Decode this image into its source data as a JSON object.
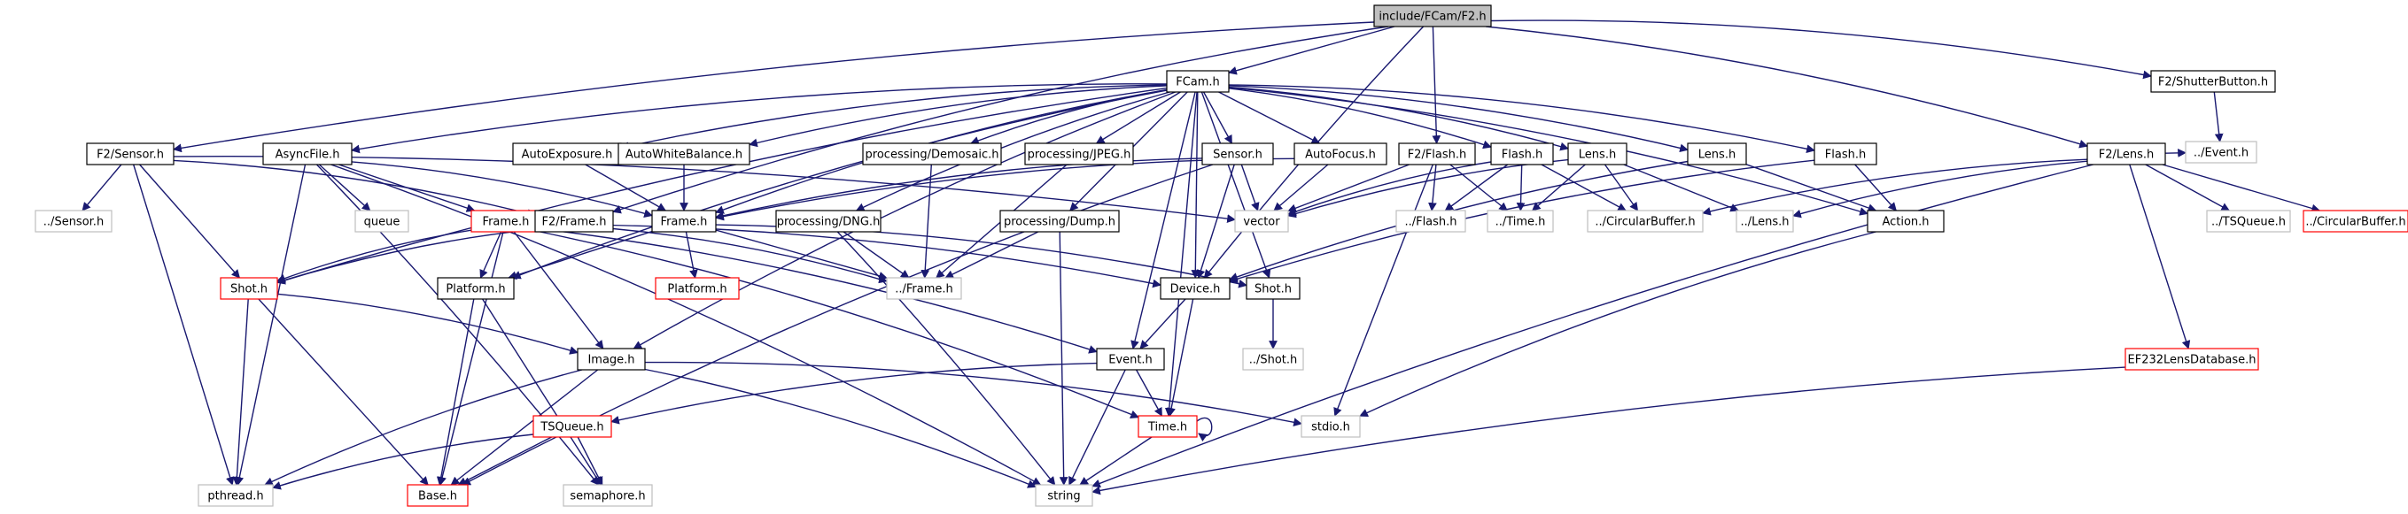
{
  "nodes": [
    {
      "id": "root",
      "label": "include/FCam/F2.h",
      "style": "root"
    },
    {
      "id": "fcam",
      "label": "FCam.h",
      "style": "normal"
    },
    {
      "id": "shutter",
      "label": "F2/ShutterButton.h",
      "style": "normal"
    },
    {
      "id": "event_ext",
      "label": "../Event.h",
      "style": "external"
    },
    {
      "id": "f2sensor",
      "label": "F2/Sensor.h",
      "style": "normal"
    },
    {
      "id": "asyncfile",
      "label": "AsyncFile.h",
      "style": "normal"
    },
    {
      "id": "autoexposure",
      "label": "AutoExposure.h",
      "style": "normal"
    },
    {
      "id": "awb",
      "label": "AutoWhiteBalance.h",
      "style": "normal"
    },
    {
      "id": "demosaic",
      "label": "processing/Demosaic.h",
      "style": "normal"
    },
    {
      "id": "jpeg",
      "label": "processing/JPEG.h",
      "style": "normal"
    },
    {
      "id": "sensor",
      "label": "Sensor.h",
      "style": "normal"
    },
    {
      "id": "autofocus",
      "label": "AutoFocus.h",
      "style": "normal"
    },
    {
      "id": "f2flash",
      "label": "F2/Flash.h",
      "style": "normal"
    },
    {
      "id": "flash1",
      "label": "Flash.h",
      "style": "normal"
    },
    {
      "id": "lens1",
      "label": "Lens.h",
      "style": "normal"
    },
    {
      "id": "lens2",
      "label": "Lens.h",
      "style": "normal"
    },
    {
      "id": "flash2",
      "label": "Flash.h",
      "style": "normal"
    },
    {
      "id": "f2lens",
      "label": "F2/Lens.h",
      "style": "normal"
    },
    {
      "id": "sensor_ext",
      "label": "../Sensor.h",
      "style": "external"
    },
    {
      "id": "queue",
      "label": "queue",
      "style": "external"
    },
    {
      "id": "frame_red",
      "label": "Frame.h",
      "style": "red"
    },
    {
      "id": "f2frame",
      "label": "F2/Frame.h",
      "style": "normal"
    },
    {
      "id": "frame",
      "label": "Frame.h",
      "style": "normal"
    },
    {
      "id": "vector",
      "label": "vector",
      "style": "external"
    },
    {
      "id": "flash_ext",
      "label": "../Flash.h",
      "style": "external"
    },
    {
      "id": "time_ext",
      "label": "../Time.h",
      "style": "external"
    },
    {
      "id": "circ_ext",
      "label": "../CircularBuffer.h",
      "style": "external"
    },
    {
      "id": "lens_ext",
      "label": "../Lens.h",
      "style": "external"
    },
    {
      "id": "action",
      "label": "Action.h",
      "style": "normal"
    },
    {
      "id": "tsqueue_ext",
      "label": "../TSQueue.h",
      "style": "external"
    },
    {
      "id": "circ_red",
      "label": "../CircularBuffer.h",
      "style": "red"
    },
    {
      "id": "dng",
      "label": "processing/DNG.h",
      "style": "normal"
    },
    {
      "id": "dump",
      "label": "processing/Dump.h",
      "style": "normal"
    },
    {
      "id": "shot_red",
      "label": "Shot.h",
      "style": "red"
    },
    {
      "id": "platform_red",
      "label": "Platform.h",
      "style": "red"
    },
    {
      "id": "platform",
      "label": "Platform.h",
      "style": "normal"
    },
    {
      "id": "frame_ext",
      "label": "../Frame.h",
      "style": "external"
    },
    {
      "id": "device",
      "label": "Device.h",
      "style": "normal"
    },
    {
      "id": "shot",
      "label": "Shot.h",
      "style": "normal"
    },
    {
      "id": "shot_ext",
      "label": "../Shot.h",
      "style": "external"
    },
    {
      "id": "ef232",
      "label": "EF232LensDatabase.h",
      "style": "red"
    },
    {
      "id": "image",
      "label": "Image.h",
      "style": "normal"
    },
    {
      "id": "event",
      "label": "Event.h",
      "style": "normal"
    },
    {
      "id": "tsqueue_red",
      "label": "TSQueue.h",
      "style": "red"
    },
    {
      "id": "time_red",
      "label": "Time.h",
      "style": "red"
    },
    {
      "id": "stdio",
      "label": "stdio.h",
      "style": "external"
    },
    {
      "id": "pthread",
      "label": "pthread.h",
      "style": "external"
    },
    {
      "id": "base",
      "label": "Base.h",
      "style": "red"
    },
    {
      "id": "semaphore",
      "label": "semaphore.h",
      "style": "external"
    },
    {
      "id": "string",
      "label": "string",
      "style": "external"
    }
  ],
  "edges": [
    [
      "root",
      "fcam"
    ],
    [
      "root",
      "shutter"
    ],
    [
      "root",
      "f2sensor"
    ],
    [
      "root",
      "f2flash"
    ],
    [
      "root",
      "f2lens"
    ],
    [
      "root",
      "device"
    ],
    [
      "root",
      "f2frame"
    ],
    [
      "shutter",
      "event_ext"
    ],
    [
      "fcam",
      "asyncfile"
    ],
    [
      "fcam",
      "autoexposure"
    ],
    [
      "fcam",
      "awb"
    ],
    [
      "fcam",
      "demosaic"
    ],
    [
      "fcam",
      "jpeg"
    ],
    [
      "fcam",
      "sensor"
    ],
    [
      "fcam",
      "autofocus"
    ],
    [
      "fcam",
      "flash1"
    ],
    [
      "fcam",
      "lens1"
    ],
    [
      "fcam",
      "lens2"
    ],
    [
      "fcam",
      "flash2"
    ],
    [
      "fcam",
      "action"
    ],
    [
      "fcam",
      "dng"
    ],
    [
      "fcam",
      "dump"
    ],
    [
      "fcam",
      "shot_red"
    ],
    [
      "fcam",
      "image"
    ],
    [
      "fcam",
      "platform"
    ],
    [
      "fcam",
      "frame"
    ],
    [
      "fcam",
      "device"
    ],
    [
      "fcam",
      "shot"
    ],
    [
      "fcam",
      "event"
    ],
    [
      "fcam",
      "time_red"
    ],
    [
      "f2sensor",
      "sensor_ext"
    ],
    [
      "f2sensor",
      "shot_red"
    ],
    [
      "f2sensor",
      "f2frame"
    ],
    [
      "f2sensor",
      "pthread"
    ],
    [
      "f2sensor",
      "vector"
    ],
    [
      "asyncfile",
      "queue"
    ],
    [
      "asyncfile",
      "frame_red"
    ],
    [
      "asyncfile",
      "pthread"
    ],
    [
      "asyncfile",
      "semaphore"
    ],
    [
      "asyncfile",
      "string"
    ],
    [
      "asyncfile",
      "frame"
    ],
    [
      "autoexposure",
      "frame"
    ],
    [
      "awb",
      "frame"
    ],
    [
      "demosaic",
      "frame_ext"
    ],
    [
      "jpeg",
      "frame_ext"
    ],
    [
      "sensor",
      "frame"
    ],
    [
      "sensor",
      "vector"
    ],
    [
      "sensor",
      "device"
    ],
    [
      "sensor",
      "base"
    ],
    [
      "autofocus",
      "vector"
    ],
    [
      "autofocus",
      "frame"
    ],
    [
      "f2flash",
      "vector"
    ],
    [
      "f2flash",
      "flash_ext"
    ],
    [
      "f2flash",
      "time_ext"
    ],
    [
      "f2flash",
      "stdio"
    ],
    [
      "flash1",
      "vector"
    ],
    [
      "flash1",
      "flash_ext"
    ],
    [
      "flash1",
      "time_ext"
    ],
    [
      "flash1",
      "circ_ext"
    ],
    [
      "lens1",
      "time_ext"
    ],
    [
      "lens1",
      "circ_ext"
    ],
    [
      "lens1",
      "lens_ext"
    ],
    [
      "lens1",
      "vector"
    ],
    [
      "lens2",
      "action"
    ],
    [
      "lens2",
      "device"
    ],
    [
      "flash2",
      "action"
    ],
    [
      "flash2",
      "device"
    ],
    [
      "action",
      "stdio"
    ],
    [
      "f2lens",
      "lens_ext"
    ],
    [
      "f2lens",
      "tsqueue_ext"
    ],
    [
      "f2lens",
      "circ_red"
    ],
    [
      "f2lens",
      "circ_ext"
    ],
    [
      "f2lens",
      "ef232"
    ],
    [
      "f2lens",
      "string"
    ],
    [
      "f2lens",
      "event_ext"
    ],
    [
      "frame_red",
      "shot_red"
    ],
    [
      "frame_red",
      "platform"
    ],
    [
      "frame_red",
      "image"
    ],
    [
      "frame_red",
      "base"
    ],
    [
      "frame_red",
      "event"
    ],
    [
      "frame_red",
      "time_red"
    ],
    [
      "frame_red",
      "device"
    ],
    [
      "f2frame",
      "frame_ext"
    ],
    [
      "f2frame",
      "shot_red"
    ],
    [
      "frame",
      "platform_red"
    ],
    [
      "frame",
      "frame_ext"
    ],
    [
      "frame",
      "platform"
    ],
    [
      "frame",
      "shot"
    ],
    [
      "dng",
      "frame_ext"
    ],
    [
      "dng",
      "string"
    ],
    [
      "dump",
      "frame_ext"
    ],
    [
      "dump",
      "string"
    ],
    [
      "shot_red",
      "image"
    ],
    [
      "shot_red",
      "pthread"
    ],
    [
      "shot_red",
      "base"
    ],
    [
      "platform",
      "base"
    ],
    [
      "platform",
      "semaphore"
    ],
    [
      "device",
      "event"
    ],
    [
      "device",
      "time_red"
    ],
    [
      "shot",
      "shot_ext"
    ],
    [
      "ef232",
      "string"
    ],
    [
      "image",
      "base"
    ],
    [
      "image",
      "pthread"
    ],
    [
      "image",
      "string"
    ],
    [
      "image",
      "stdio"
    ],
    [
      "event",
      "tsqueue_red"
    ],
    [
      "event",
      "time_red"
    ],
    [
      "event",
      "string"
    ],
    [
      "tsqueue_red",
      "pthread"
    ],
    [
      "tsqueue_red",
      "semaphore"
    ],
    [
      "tsqueue_red",
      "base"
    ],
    [
      "time_red",
      "time_red"
    ],
    [
      "time_red",
      "string"
    ]
  ]
}
